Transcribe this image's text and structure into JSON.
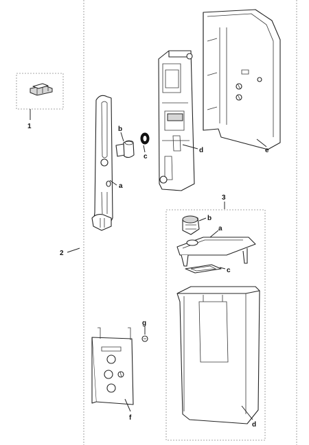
{
  "labels": {
    "callout_1": "1",
    "callout_2": "2",
    "callout_3": "3",
    "a_1": "a",
    "b_1": "b",
    "c_1": "c",
    "d_1": "d",
    "e_1": "e",
    "b_2": "b",
    "a_2": "a",
    "c_2": "c",
    "d_2": "d",
    "f": "f",
    "g": "g"
  }
}
